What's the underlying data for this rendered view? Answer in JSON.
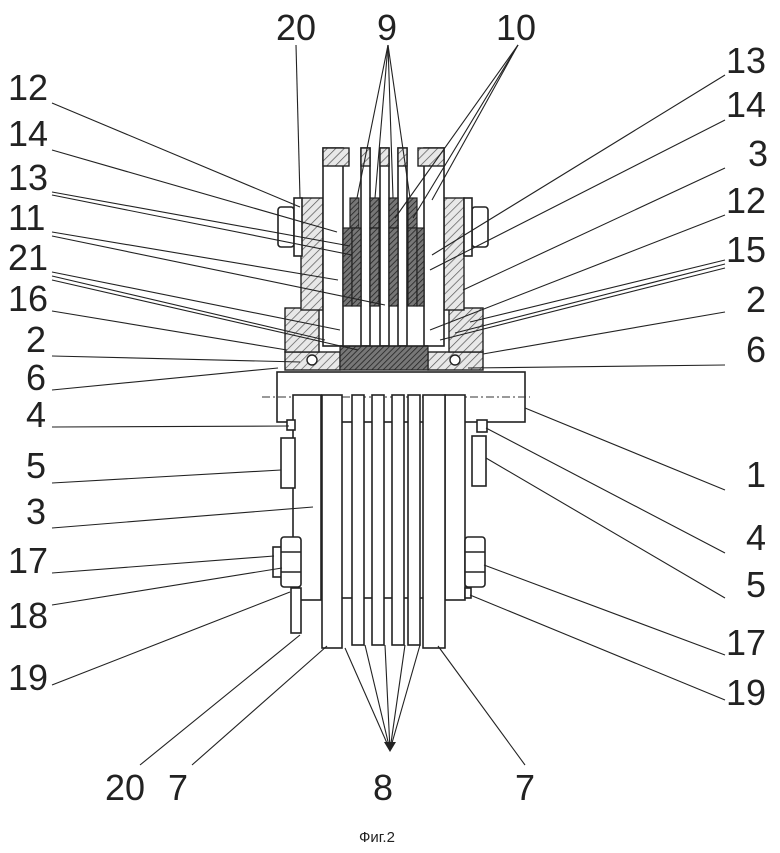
{
  "figure": {
    "caption": "Фиг.2",
    "callouts": [
      {
        "id": "c20-top",
        "text": "20"
      },
      {
        "id": "c9-top",
        "text": "9"
      },
      {
        "id": "c10-top",
        "text": "10"
      },
      {
        "id": "c12-left-a",
        "text": "12"
      },
      {
        "id": "c14-left",
        "text": "14"
      },
      {
        "id": "c13-left",
        "text": "13"
      },
      {
        "id": "c11-left",
        "text": "11"
      },
      {
        "id": "c21-left",
        "text": "21"
      },
      {
        "id": "c16-left",
        "text": "16"
      },
      {
        "id": "c2-left",
        "text": "2"
      },
      {
        "id": "c6-left",
        "text": "6"
      },
      {
        "id": "c4-left",
        "text": "4"
      },
      {
        "id": "c5-left",
        "text": "5"
      },
      {
        "id": "c3-left",
        "text": "3"
      },
      {
        "id": "c17-left",
        "text": "17"
      },
      {
        "id": "c18-left",
        "text": "18"
      },
      {
        "id": "c19-left",
        "text": "19"
      },
      {
        "id": "c13-right",
        "text": "13"
      },
      {
        "id": "c14-right",
        "text": "14"
      },
      {
        "id": "c3-right",
        "text": "3"
      },
      {
        "id": "c12-right",
        "text": "12"
      },
      {
        "id": "c15-right",
        "text": "15"
      },
      {
        "id": "c2-right",
        "text": "2"
      },
      {
        "id": "c6-right",
        "text": "6"
      },
      {
        "id": "c1-right",
        "text": "1"
      },
      {
        "id": "c4-right",
        "text": "4"
      },
      {
        "id": "c5-right",
        "text": "5"
      },
      {
        "id": "c17-right",
        "text": "17"
      },
      {
        "id": "c19-right",
        "text": "19"
      },
      {
        "id": "c20-bottom",
        "text": "20"
      },
      {
        "id": "c7-bottom-left",
        "text": "7"
      },
      {
        "id": "c8-bottom",
        "text": "8"
      },
      {
        "id": "c7-bottom-right",
        "text": "7"
      }
    ]
  }
}
